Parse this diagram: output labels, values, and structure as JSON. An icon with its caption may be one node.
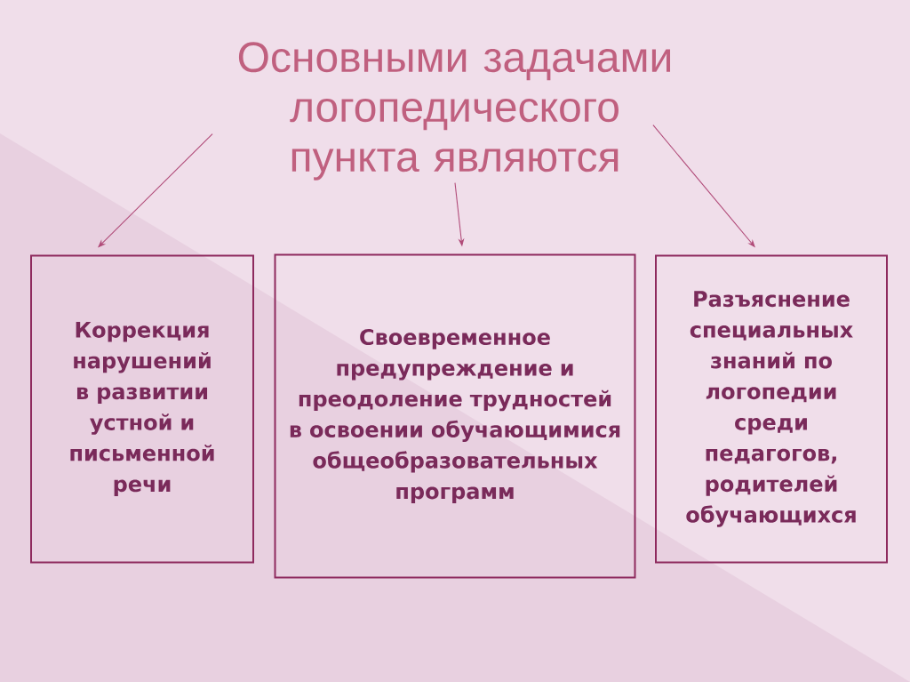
{
  "diagram": {
    "nodes": [
      {
        "text": [
          "Основными задачами логопедического пункта являются"
        ]
      },
      {
        "text": [
          "Коррекция нарушений в развитии устной и письменной речи"
        ]
      },
      {
        "text": [
          "Своевременное предупреждение и преодоление трудностей в освоении обучающимися общеобразовательных программ"
        ]
      },
      {
        "text": [
          "Разъяснение специальных знаний по логопедии среди педагогов, родителей обучающихся"
        ]
      }
    ],
    "edges": [
      {
        "from": 0,
        "to": 1,
        "arrow": "to"
      },
      {
        "from": 0,
        "to": 2,
        "arrow": "to"
      },
      {
        "from": 0,
        "to": 3,
        "arrow": "to"
      }
    ]
  }
}
